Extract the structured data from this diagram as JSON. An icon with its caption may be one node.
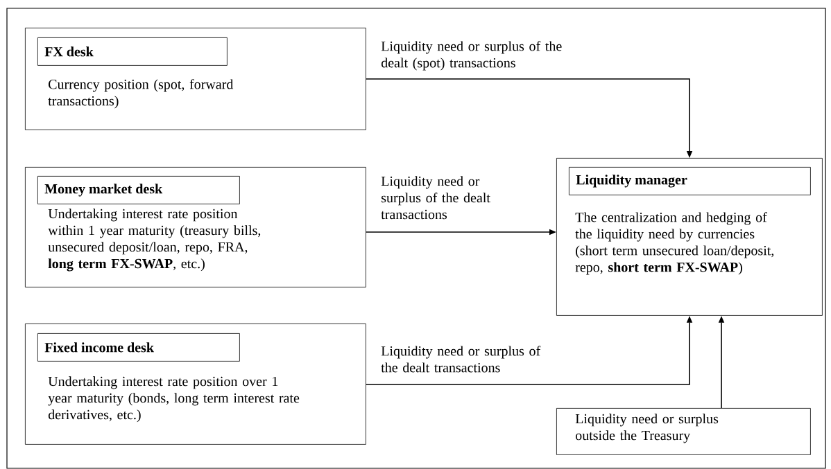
{
  "diagram": {
    "nodes": [
      {
        "text": [
          "Currency position (spot, forward transactions)"
        ]
      },
      {
        "text": [
          "FX desk"
        ],
        "in": 0
      },
      {
        "text": [
          "Undertaking interest rate position within 1 year maturity (treasury bills, unsecured deposit/loan, repo, FRA, **long term FX-SWAP**, etc.)"
        ]
      },
      {
        "text": [
          "Money market desk"
        ],
        "in": 2
      },
      {
        "text": [
          "Undertaking interest rate position over 1 year maturity (bonds, long term interest rate derivatives, etc.)"
        ]
      },
      {
        "text": [
          "Fixed income desk"
        ],
        "in": 4
      },
      {
        "text": [
          "The centralization and hedging of the liquidity need by currencies (short term unsecured loan/deposit, repo, **short term FX-SWAP**)"
        ]
      },
      {
        "text": [
          "Liquidity manager"
        ],
        "in": 6
      },
      {
        "text": [
          "Liquidity need or surplus outside the Treasury"
        ]
      }
    ],
    "edges": [
      {
        "from": 0,
        "to": 6,
        "arrow": "to",
        "label": "Liquidity need or surplus of the dealt (spot) transactions"
      },
      {
        "from": 2,
        "to": 6,
        "arrow": "to",
        "label": "Liquidity need or surplus of the dealt transactions"
      },
      {
        "from": 4,
        "to": 6,
        "arrow": "to",
        "label": "Liquidity need or surplus of the dealt transactions"
      },
      {
        "from": 8,
        "to": 6,
        "arrow": "to"
      }
    ]
  }
}
